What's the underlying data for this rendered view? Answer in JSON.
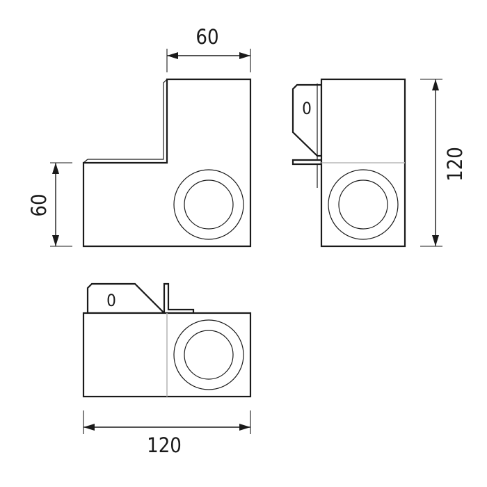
{
  "dimensions": {
    "front_top_width": "60",
    "front_left_height": "60",
    "side_height": "120",
    "bottom_width": "120"
  },
  "slot_labels": {
    "side_view": "0",
    "bottom_view": "0"
  }
}
